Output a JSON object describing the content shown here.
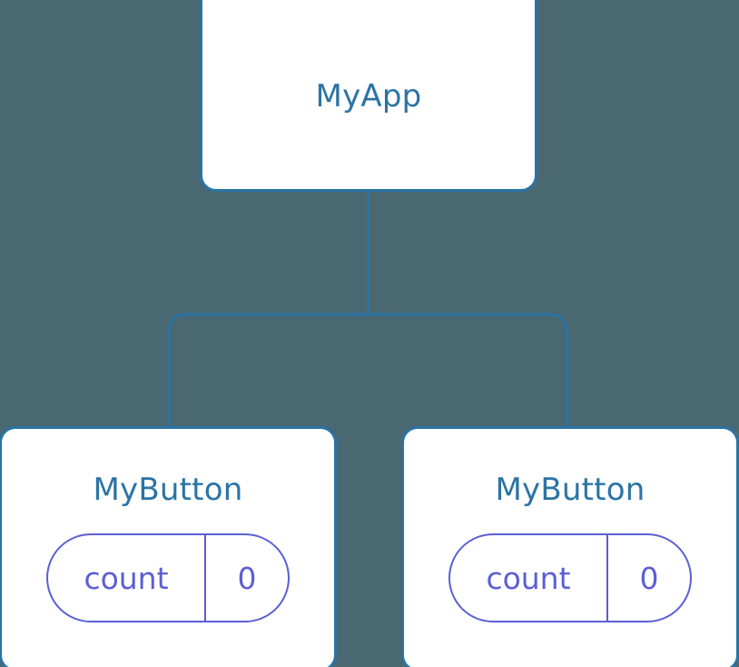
{
  "diagram": {
    "type": "widget-tree",
    "background_color": "#4a6872",
    "node_border_color": "#2a74a4",
    "node_text_color": "#2a74a4",
    "state_pill_color": "#5b5fd4",
    "edge_color": "#2a74a4"
  },
  "nodes": {
    "root": {
      "title": "MyApp"
    },
    "left_child": {
      "title": "MyButton",
      "state": {
        "key": "count",
        "value": "0"
      }
    },
    "right_child": {
      "title": "MyButton",
      "state": {
        "key": "count",
        "value": "0"
      }
    }
  },
  "edges": [
    {
      "from": "root",
      "to": "left_child"
    },
    {
      "from": "root",
      "to": "right_child"
    }
  ]
}
